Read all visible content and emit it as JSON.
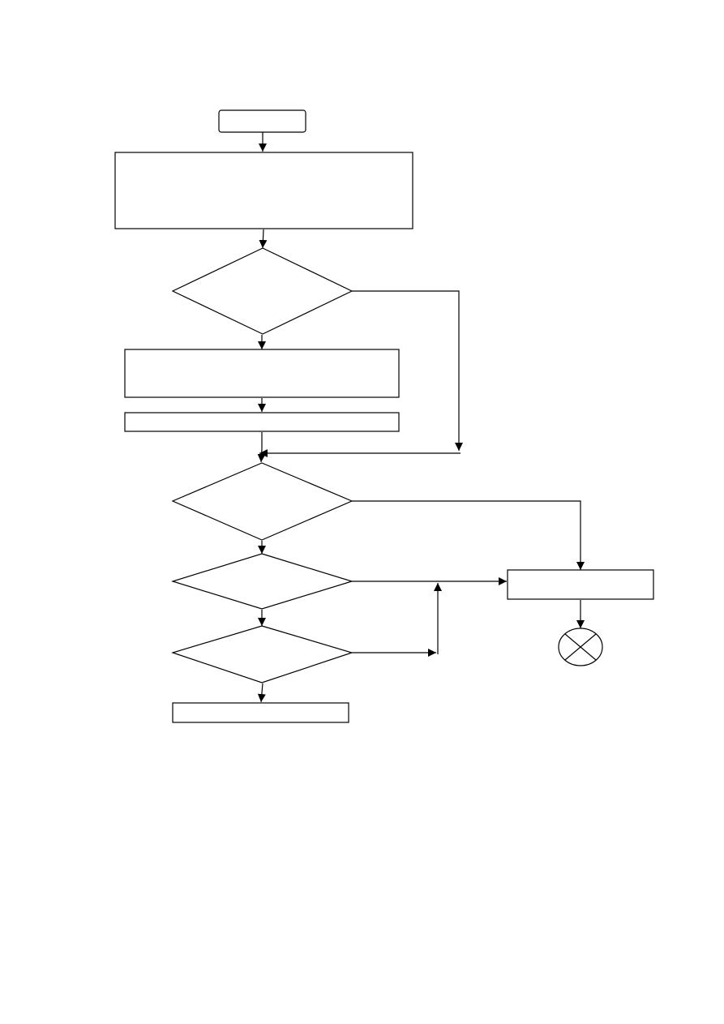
{
  "diagram": {
    "type": "flowchart",
    "nodes": [
      {
        "id": "start",
        "shape": "rounded-rectangle",
        "text": ""
      },
      {
        "id": "process-1",
        "shape": "rectangle",
        "text": ""
      },
      {
        "id": "decision-1",
        "shape": "diamond",
        "text": ""
      },
      {
        "id": "process-2",
        "shape": "rectangle",
        "text": ""
      },
      {
        "id": "process-3",
        "shape": "rectangle",
        "text": ""
      },
      {
        "id": "decision-2",
        "shape": "diamond",
        "text": ""
      },
      {
        "id": "decision-3",
        "shape": "diamond",
        "text": ""
      },
      {
        "id": "decision-4",
        "shape": "diamond",
        "text": ""
      },
      {
        "id": "process-4",
        "shape": "rectangle",
        "text": ""
      },
      {
        "id": "process-5",
        "shape": "rectangle",
        "text": ""
      },
      {
        "id": "terminator",
        "shape": "circle-with-x",
        "text": ""
      }
    ],
    "edges": [
      {
        "from": "start",
        "to": "process-1"
      },
      {
        "from": "process-1",
        "to": "decision-1"
      },
      {
        "from": "decision-1",
        "to": "process-2"
      },
      {
        "from": "decision-1",
        "to": "decision-2"
      },
      {
        "from": "process-2",
        "to": "process-3"
      },
      {
        "from": "process-3",
        "to": "decision-2"
      },
      {
        "from": "decision-2",
        "to": "decision-3"
      },
      {
        "from": "decision-2",
        "to": "process-5"
      },
      {
        "from": "decision-3",
        "to": "decision-4"
      },
      {
        "from": "decision-3",
        "to": "process-5"
      },
      {
        "from": "decision-4",
        "to": "process-4"
      },
      {
        "from": "decision-4",
        "to": "process-5"
      },
      {
        "from": "process-5",
        "to": "terminator"
      }
    ]
  },
  "colors": {
    "stroke": "#000000",
    "fill": "#ffffff",
    "background": "#ffffff"
  }
}
